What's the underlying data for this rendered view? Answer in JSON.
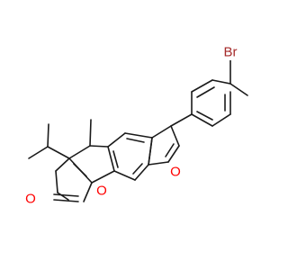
{
  "molecule": {
    "atoms": {
      "br": "Br",
      "o_furan": "O",
      "o_pyranone_ring": "O",
      "o_carbonyl": "O"
    },
    "colors": {
      "bond": "#1a1a1a",
      "bromine": "#a52a2a",
      "oxygen": "#ff0000",
      "background": "#ffffff"
    }
  }
}
